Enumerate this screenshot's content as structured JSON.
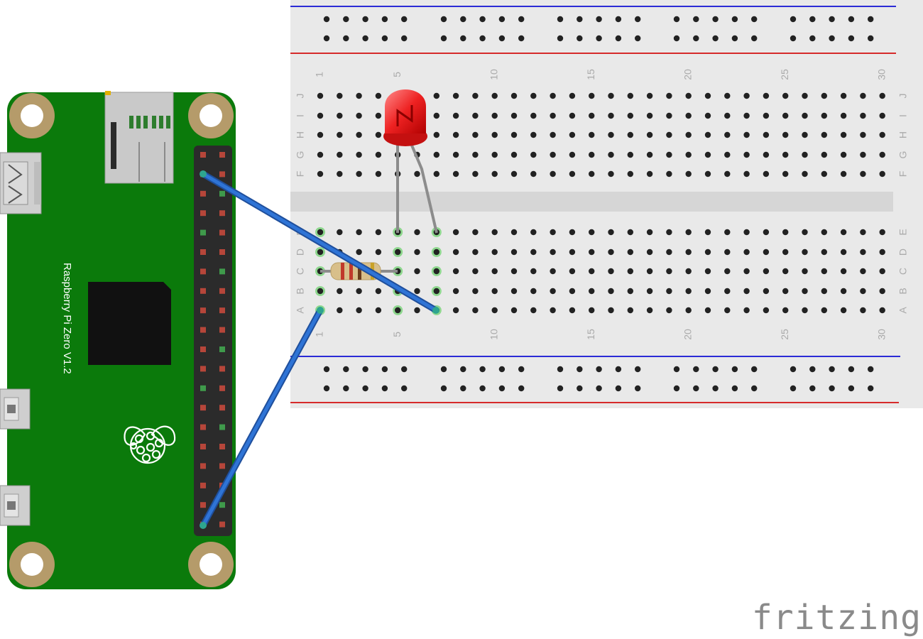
{
  "board": {
    "label": "Raspberry Pi Zero V1.2",
    "color": "#0b7a0b"
  },
  "breadboard": {
    "columns": 30,
    "rows_top": [
      "J",
      "I",
      "H",
      "G",
      "F"
    ],
    "rows_bottom": [
      "E",
      "D",
      "C",
      "B",
      "A"
    ],
    "column_numbers": [
      "1",
      "5",
      "10",
      "15",
      "20",
      "25",
      "30"
    ],
    "rail_colors": {
      "negative": "#2b2bd6",
      "positive": "#d62b2b"
    }
  },
  "components": {
    "led": {
      "color": "#e82020",
      "icon": "led-icon"
    },
    "resistor": {
      "icon": "resistor-icon"
    },
    "wire_color": "#2a67c4"
  },
  "watermark": {
    "text": "fritzing"
  }
}
